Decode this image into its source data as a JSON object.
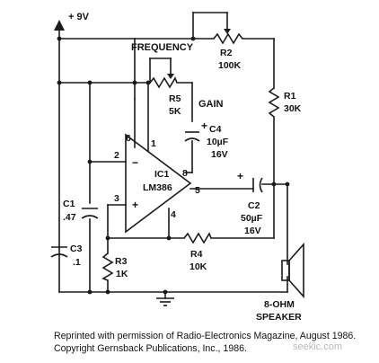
{
  "supply": {
    "label": "+ 9V"
  },
  "ic": {
    "ref": "IC1",
    "part": "LM386",
    "minus": "−",
    "plus": "+"
  },
  "pins": {
    "p1": "1",
    "p2": "2",
    "p3": "3",
    "p4": "4",
    "p5": "5",
    "p6": "6",
    "p8": "8"
  },
  "controls": {
    "frequency": "FREQUENCY",
    "gain": "GAIN"
  },
  "components": {
    "r1": {
      "ref": "R1",
      "value": "30K"
    },
    "r2": {
      "ref": "R2",
      "value": "100K"
    },
    "r3": {
      "ref": "R3",
      "value": "1K"
    },
    "r4": {
      "ref": "R4",
      "value": "10K"
    },
    "r5": {
      "ref": "R5",
      "value": "5K"
    },
    "c1": {
      "ref": "C1",
      "value": ".47"
    },
    "c2": {
      "ref": "C2",
      "value": "50µF",
      "voltage": "16V",
      "polarity": "+"
    },
    "c3": {
      "ref": "C3",
      "value": ".1"
    },
    "c4": {
      "ref": "C4",
      "value": "10µF",
      "voltage": "16V",
      "polarity": "+"
    },
    "speaker": {
      "line1": "8-OHM",
      "line2": "SPEAKER"
    }
  },
  "credit": {
    "line1": "Reprinted with permission of Radio-Electronics Magazine, August 1986.",
    "line2": "Copyright Gernsback Publications, Inc., 1986."
  },
  "watermark": "seekic.com"
}
